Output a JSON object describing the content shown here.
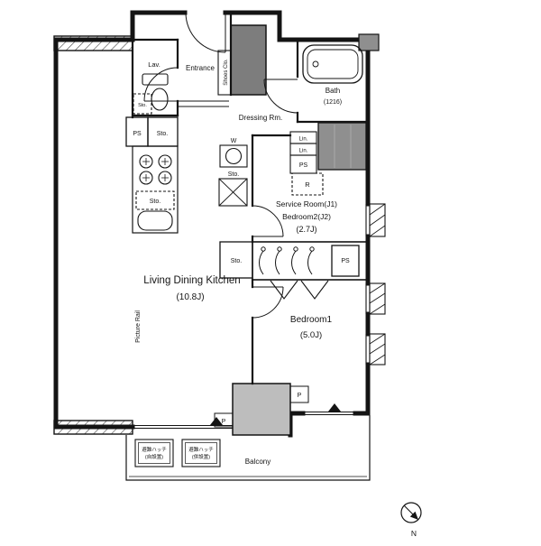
{
  "meta": {
    "type": "apartment-floor-plan",
    "north_label": "N"
  },
  "rooms": {
    "lav": {
      "name": "Lav."
    },
    "entrance": {
      "name": "Entrance"
    },
    "shoes_closet": {
      "name": "Shoes Clo."
    },
    "bath": {
      "name": "Bath",
      "size": "(1216)"
    },
    "dressing_room": {
      "name": "Dressing Rm."
    },
    "service_room": {
      "name_line1": "Service Room(J1)",
      "name_line2": "Bedroom2(J2)",
      "size": "(2.7J)"
    },
    "ldk": {
      "name": "Living Dining Kitchen",
      "size": "(10.8J)"
    },
    "bedroom1": {
      "name": "Bedroom1",
      "size": "(5.0J)"
    },
    "balcony": {
      "name": "Balcony"
    }
  },
  "labels": {
    "ps": "PS",
    "sto": "Sto.",
    "washer": "W",
    "refrigerator": "R",
    "linen": "Lin.",
    "pipe": "P",
    "picture_rail": "Picture Rail"
  },
  "annotations": {
    "hatch1_line1": "避難ハッチ",
    "hatch1_line2": "(自設置)",
    "hatch2_line1": "避難ハッチ",
    "hatch2_line2": "(併設置)"
  },
  "colors": {
    "wall": "#141414",
    "shaft_dark": "#7d7d7d",
    "utility_gray": "#bdbdbd",
    "background": "#ffffff"
  }
}
